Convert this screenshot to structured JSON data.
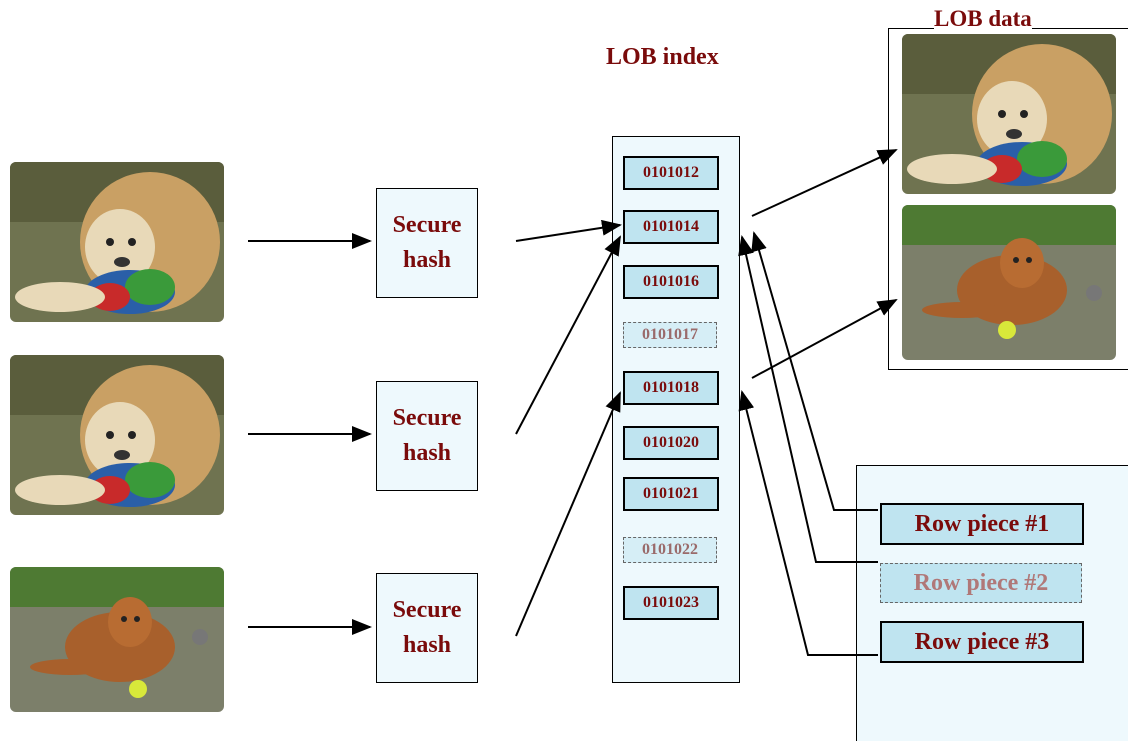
{
  "index_title": "LOB index",
  "data_title": "LOB data",
  "hash_boxes": [
    {
      "line1": "Secure",
      "line2": "hash"
    },
    {
      "line1": "Secure",
      "line2": "hash"
    },
    {
      "line1": "Secure",
      "line2": "hash"
    }
  ],
  "index_entries": [
    "0101012",
    "0101014",
    "0101016",
    "0101017",
    "0101018",
    "0101020",
    "0101021",
    "0101022",
    "0101023"
  ],
  "row_pieces": [
    "Row piece #1",
    "Row piece #2",
    "Row piece #3"
  ]
}
